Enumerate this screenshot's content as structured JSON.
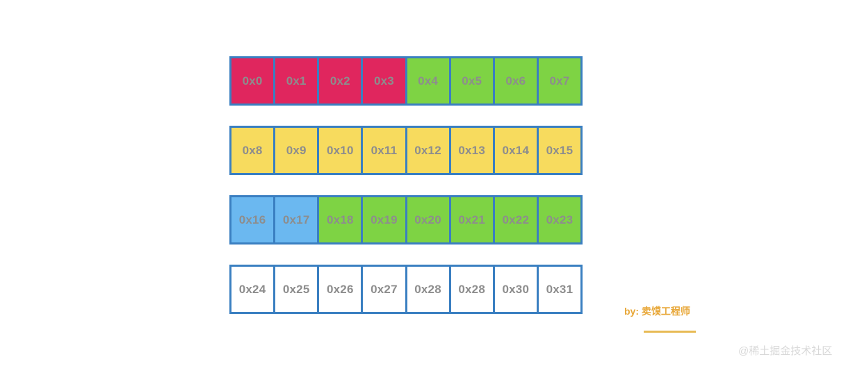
{
  "figure": {
    "title": "Memory address block diagram",
    "background_color": "#ffffff",
    "border_color": "#3a7fc1",
    "label_color": "#8d8d8d"
  },
  "palette": {
    "crimson": "#e0265e",
    "green": "#7ed344",
    "yellow": "#f7db5e",
    "lightblue": "#6bb8f0",
    "white": "#ffffff",
    "border_blue": "#3a7fc1",
    "signature_gold": "#e8a83a",
    "watermark_gray": "#d8d8d8"
  },
  "rows": [
    {
      "name": "row-1",
      "cells": [
        {
          "label": "0x0",
          "fill": "crimson"
        },
        {
          "label": "0x1",
          "fill": "crimson"
        },
        {
          "label": "0x2",
          "fill": "crimson"
        },
        {
          "label": "0x3",
          "fill": "crimson"
        },
        {
          "label": "0x4",
          "fill": "green"
        },
        {
          "label": "0x5",
          "fill": "green"
        },
        {
          "label": "0x6",
          "fill": "green"
        },
        {
          "label": "0x7",
          "fill": "green"
        }
      ]
    },
    {
      "name": "row-2",
      "cells": [
        {
          "label": "0x8",
          "fill": "yellow"
        },
        {
          "label": "0x9",
          "fill": "yellow"
        },
        {
          "label": "0x10",
          "fill": "yellow"
        },
        {
          "label": "0x11",
          "fill": "yellow"
        },
        {
          "label": "0x12",
          "fill": "yellow"
        },
        {
          "label": "0x13",
          "fill": "yellow"
        },
        {
          "label": "0x14",
          "fill": "yellow"
        },
        {
          "label": "0x15",
          "fill": "yellow"
        }
      ]
    },
    {
      "name": "row-3",
      "cells": [
        {
          "label": "0x16",
          "fill": "lightblue"
        },
        {
          "label": "0x17",
          "fill": "lightblue"
        },
        {
          "label": "0x18",
          "fill": "green"
        },
        {
          "label": "0x19",
          "fill": "green"
        },
        {
          "label": "0x20",
          "fill": "green"
        },
        {
          "label": "0x21",
          "fill": "green"
        },
        {
          "label": "0x22",
          "fill": "green"
        },
        {
          "label": "0x23",
          "fill": "green"
        }
      ]
    },
    {
      "name": "row-4",
      "cells": [
        {
          "label": "0x24",
          "fill": "white"
        },
        {
          "label": "0x25",
          "fill": "white"
        },
        {
          "label": "0x26",
          "fill": "white"
        },
        {
          "label": "0x27",
          "fill": "white"
        },
        {
          "label": "0x28",
          "fill": "white"
        },
        {
          "label": "0x28",
          "fill": "white"
        },
        {
          "label": "0x30",
          "fill": "white"
        },
        {
          "label": "0x31",
          "fill": "white"
        }
      ]
    }
  ],
  "signature": {
    "text": "by: 卖馍工程师"
  },
  "watermark": {
    "text": "@稀土掘金技术社区"
  }
}
